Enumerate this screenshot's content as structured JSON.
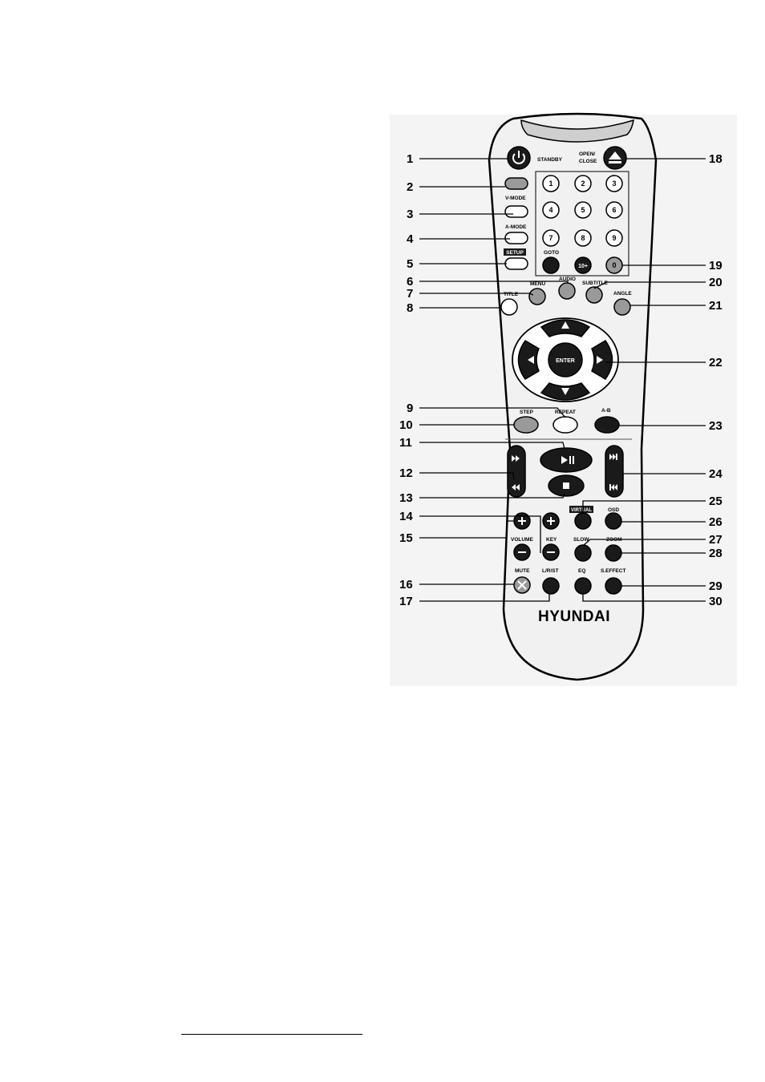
{
  "remote": {
    "brand": "HYUNDAI",
    "labels": {
      "standby": "STANDBY",
      "open_close_1": "OPEN/",
      "open_close_2": "CLOSE",
      "v_mode": "V-MODE",
      "a_mode": "A-MODE",
      "setup": "SETUP",
      "goto": "GOTO",
      "ten_plus": "10+",
      "menu": "MENU",
      "audio": "AUDIO",
      "subtitle": "SUBTITLE",
      "title": "TITLE",
      "angle": "ANGLE",
      "enter": "ENTER",
      "step": "STEP",
      "repeat": "REPEAT",
      "a_b": "A-B",
      "virtual": "VIRTUAL",
      "osd": "OSD",
      "volume": "VOLUME",
      "key": "KEY",
      "slow": "SLOW",
      "zoom": "ZOOM",
      "mute": "MUTE",
      "l_r_st": "L/R/ST",
      "eq": "EQ",
      "s_effect": "S.EFFECT"
    },
    "numpad": [
      "1",
      "2",
      "3",
      "4",
      "5",
      "6",
      "7",
      "8",
      "9",
      "0"
    ],
    "icons": {
      "power": "power-icon",
      "eject": "eject-icon",
      "up": "arrow-up-icon",
      "down": "arrow-down-icon",
      "left": "arrow-left-icon",
      "right": "arrow-right-icon",
      "play_pause": "play-pause-icon",
      "stop": "stop-icon",
      "fast_forward": "fast-forward-icon",
      "rewind": "rewind-icon",
      "next": "next-track-icon",
      "prev": "prev-track-icon",
      "plus": "plus-icon",
      "minus": "minus-icon",
      "mute": "mute-icon"
    }
  },
  "callouts": {
    "left": [
      "1",
      "2",
      "3",
      "4",
      "5",
      "6",
      "7",
      "8",
      "9",
      "10",
      "11",
      "12",
      "13",
      "14",
      "15",
      "16",
      "17"
    ],
    "right": [
      "18",
      "19",
      "20",
      "21",
      "22",
      "23",
      "24",
      "25",
      "26",
      "27",
      "28",
      "29",
      "30"
    ]
  }
}
